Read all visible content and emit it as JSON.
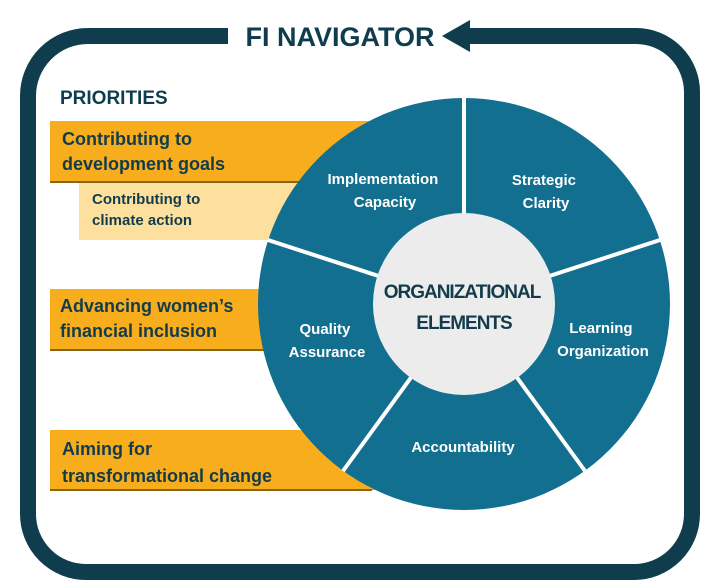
{
  "title": "FI NAVIGATOR",
  "priorities_heading": "PRIORITIES",
  "priorities": [
    {
      "lines": [
        "Contributing to",
        "development goals"
      ]
    },
    {
      "lines": [
        "Contributing to",
        "climate action"
      ]
    },
    {
      "lines": [
        "Advancing women’s",
        "financial inclusion"
      ]
    },
    {
      "lines": [
        "Aiming for",
        "transformational change"
      ]
    }
  ],
  "center": {
    "lines": [
      "ORGANIZATIONAL",
      "ELEMENTS"
    ]
  },
  "segments": [
    {
      "lines": [
        "Implementation",
        "Capacity"
      ]
    },
    {
      "lines": [
        "Strategic",
        "Clarity"
      ]
    },
    {
      "lines": [
        "Learning",
        "Organization"
      ]
    },
    {
      "lines": [
        "Accountability"
      ]
    },
    {
      "lines": [
        "Quality",
        "Assurance"
      ]
    }
  ],
  "colors": {
    "frame": "#0f3d4d",
    "wheel": "#136f8f",
    "center": "#ececec",
    "priority_bar": "#f7ad1c",
    "sub_priority_bar": "#fde09e",
    "dark_text": "#123c4c",
    "white_text": "#ffffff"
  }
}
